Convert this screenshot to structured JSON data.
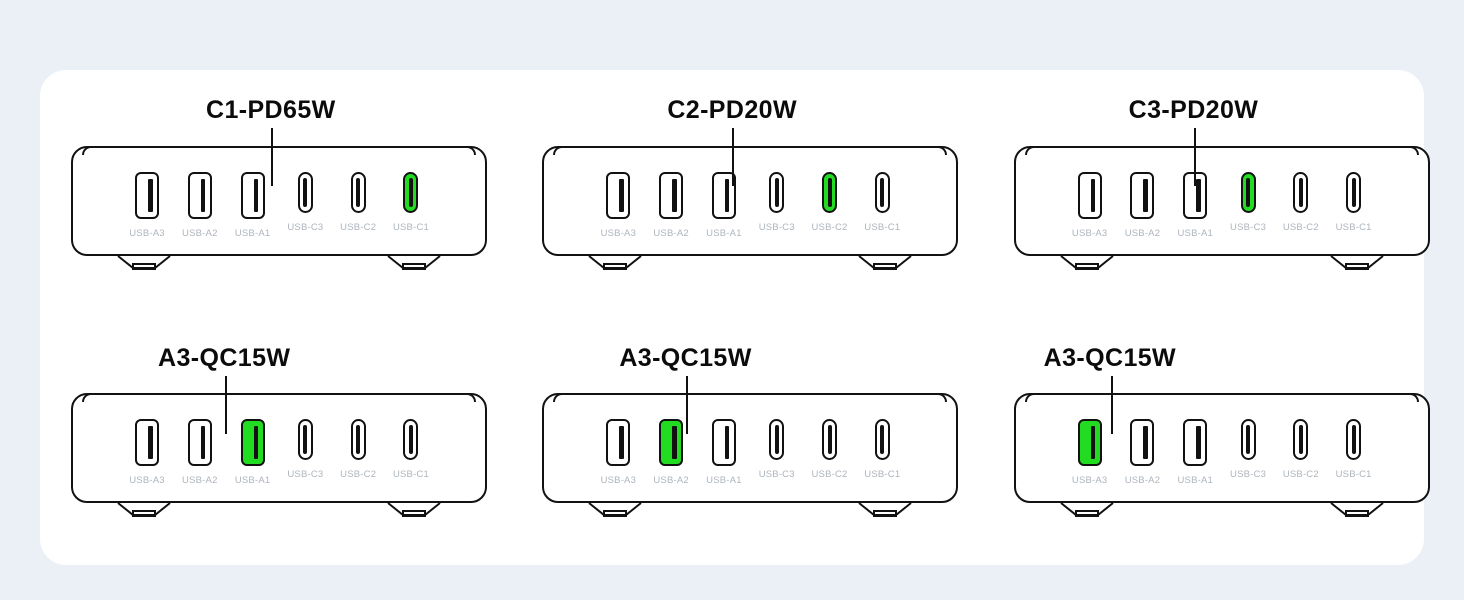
{
  "page": {
    "background_color": "#eaf0f5",
    "card_color": "#ffffff",
    "highlight_color": "#21dc21",
    "outline_color": "#111111",
    "label_color": "#adb5bd"
  },
  "devices": [
    {
      "callout": "C1-PD65W",
      "highlight_port": "USB-C1",
      "ports": [
        {
          "type": "usb-a",
          "label": "USB-A3",
          "lit": false
        },
        {
          "type": "usb-a",
          "label": "USB-A2",
          "lit": false
        },
        {
          "type": "usb-a",
          "label": "USB-A1",
          "lit": false
        },
        {
          "type": "usb-c",
          "label": "USB-C3",
          "lit": false
        },
        {
          "type": "usb-c",
          "label": "USB-C2",
          "lit": false
        },
        {
          "type": "usb-c",
          "label": "USB-C1",
          "lit": true
        }
      ]
    },
    {
      "callout": "C2-PD20W",
      "highlight_port": "USB-C2",
      "ports": [
        {
          "type": "usb-a",
          "label": "USB-A3",
          "lit": false
        },
        {
          "type": "usb-a",
          "label": "USB-A2",
          "lit": false
        },
        {
          "type": "usb-a",
          "label": "USB-A1",
          "lit": false
        },
        {
          "type": "usb-c",
          "label": "USB-C3",
          "lit": false
        },
        {
          "type": "usb-c",
          "label": "USB-C2",
          "lit": true
        },
        {
          "type": "usb-c",
          "label": "USB-C1",
          "lit": false
        }
      ]
    },
    {
      "callout": "C3-PD20W",
      "highlight_port": "USB-C3",
      "ports": [
        {
          "type": "usb-a",
          "label": "USB-A3",
          "lit": false
        },
        {
          "type": "usb-a",
          "label": "USB-A2",
          "lit": false
        },
        {
          "type": "usb-a",
          "label": "USB-A1",
          "lit": false
        },
        {
          "type": "usb-c",
          "label": "USB-C3",
          "lit": true
        },
        {
          "type": "usb-c",
          "label": "USB-C2",
          "lit": false
        },
        {
          "type": "usb-c",
          "label": "USB-C1",
          "lit": false
        }
      ]
    },
    {
      "callout": "A3-QC15W",
      "highlight_port": "USB-A1",
      "ports": [
        {
          "type": "usb-a",
          "label": "USB-A3",
          "lit": false
        },
        {
          "type": "usb-a",
          "label": "USB-A2",
          "lit": false
        },
        {
          "type": "usb-a",
          "label": "USB-A1",
          "lit": true
        },
        {
          "type": "usb-c",
          "label": "USB-C3",
          "lit": false
        },
        {
          "type": "usb-c",
          "label": "USB-C2",
          "lit": false
        },
        {
          "type": "usb-c",
          "label": "USB-C1",
          "lit": false
        }
      ]
    },
    {
      "callout": "A3-QC15W",
      "highlight_port": "USB-A2",
      "ports": [
        {
          "type": "usb-a",
          "label": "USB-A3",
          "lit": false
        },
        {
          "type": "usb-a",
          "label": "USB-A2",
          "lit": true
        },
        {
          "type": "usb-a",
          "label": "USB-A1",
          "lit": false
        },
        {
          "type": "usb-c",
          "label": "USB-C3",
          "lit": false
        },
        {
          "type": "usb-c",
          "label": "USB-C2",
          "lit": false
        },
        {
          "type": "usb-c",
          "label": "USB-C1",
          "lit": false
        }
      ]
    },
    {
      "callout": "A3-QC15W",
      "highlight_port": "USB-A3",
      "ports": [
        {
          "type": "usb-a",
          "label": "USB-A3",
          "lit": true
        },
        {
          "type": "usb-a",
          "label": "USB-A2",
          "lit": false
        },
        {
          "type": "usb-a",
          "label": "USB-A1",
          "lit": false
        },
        {
          "type": "usb-c",
          "label": "USB-C3",
          "lit": false
        },
        {
          "type": "usb-c",
          "label": "USB-C2",
          "lit": false
        },
        {
          "type": "usb-c",
          "label": "USB-C1",
          "lit": false
        }
      ]
    }
  ],
  "layout": {
    "callout_x_fraction": [
      0.5,
      0.5,
      0.5,
      0.4,
      0.4,
      0.32
    ],
    "device_x_offset": [
      8,
      18,
      28,
      8,
      18,
      28
    ]
  }
}
